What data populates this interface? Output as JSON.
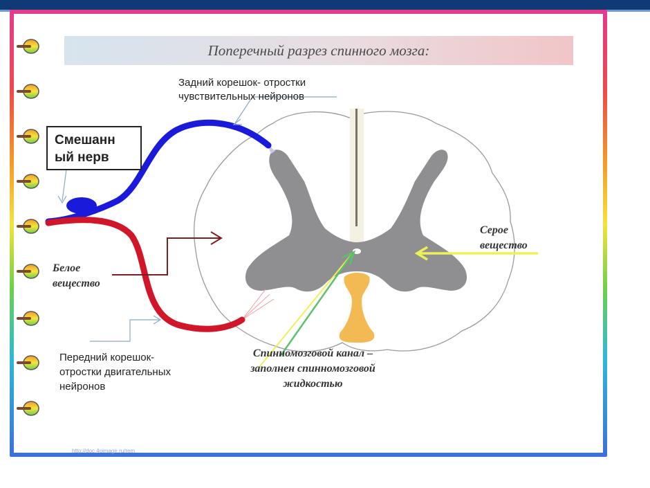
{
  "title": "Поперечный разрез спинного мозга:",
  "labels": {
    "posterior_root": "Задний корешок- отростки\nчувствительных нейронов",
    "mixed_nerve": "Смешанн\nый нерв",
    "white_matter": "Белое\nвещество",
    "gray_matter": "Серое\nвещество",
    "anterior_root": "Передний корешок-\nотростки двигательных\nнейронов",
    "central_canal": "Спинномозговой канал –\nзаполнен спинномозговой\nжидкостью"
  },
  "credit": "http://doc.4oimage.ru/rem",
  "colors": {
    "sensory_root": "#1a1adb",
    "motor_root": "#d1162a",
    "gray_matter": "#8f8f91",
    "canal_fluid": "#f3b953",
    "pointer_yellow": "#eef05a",
    "pointer_dark_red": "#7a1f1f",
    "frame_gradient": [
      "#e23b8d",
      "#f39a27",
      "#f5e33b",
      "#6fd14a",
      "#2eb8d8",
      "#3d6fd8"
    ]
  },
  "icons": [
    "binder-ring-icon"
  ]
}
